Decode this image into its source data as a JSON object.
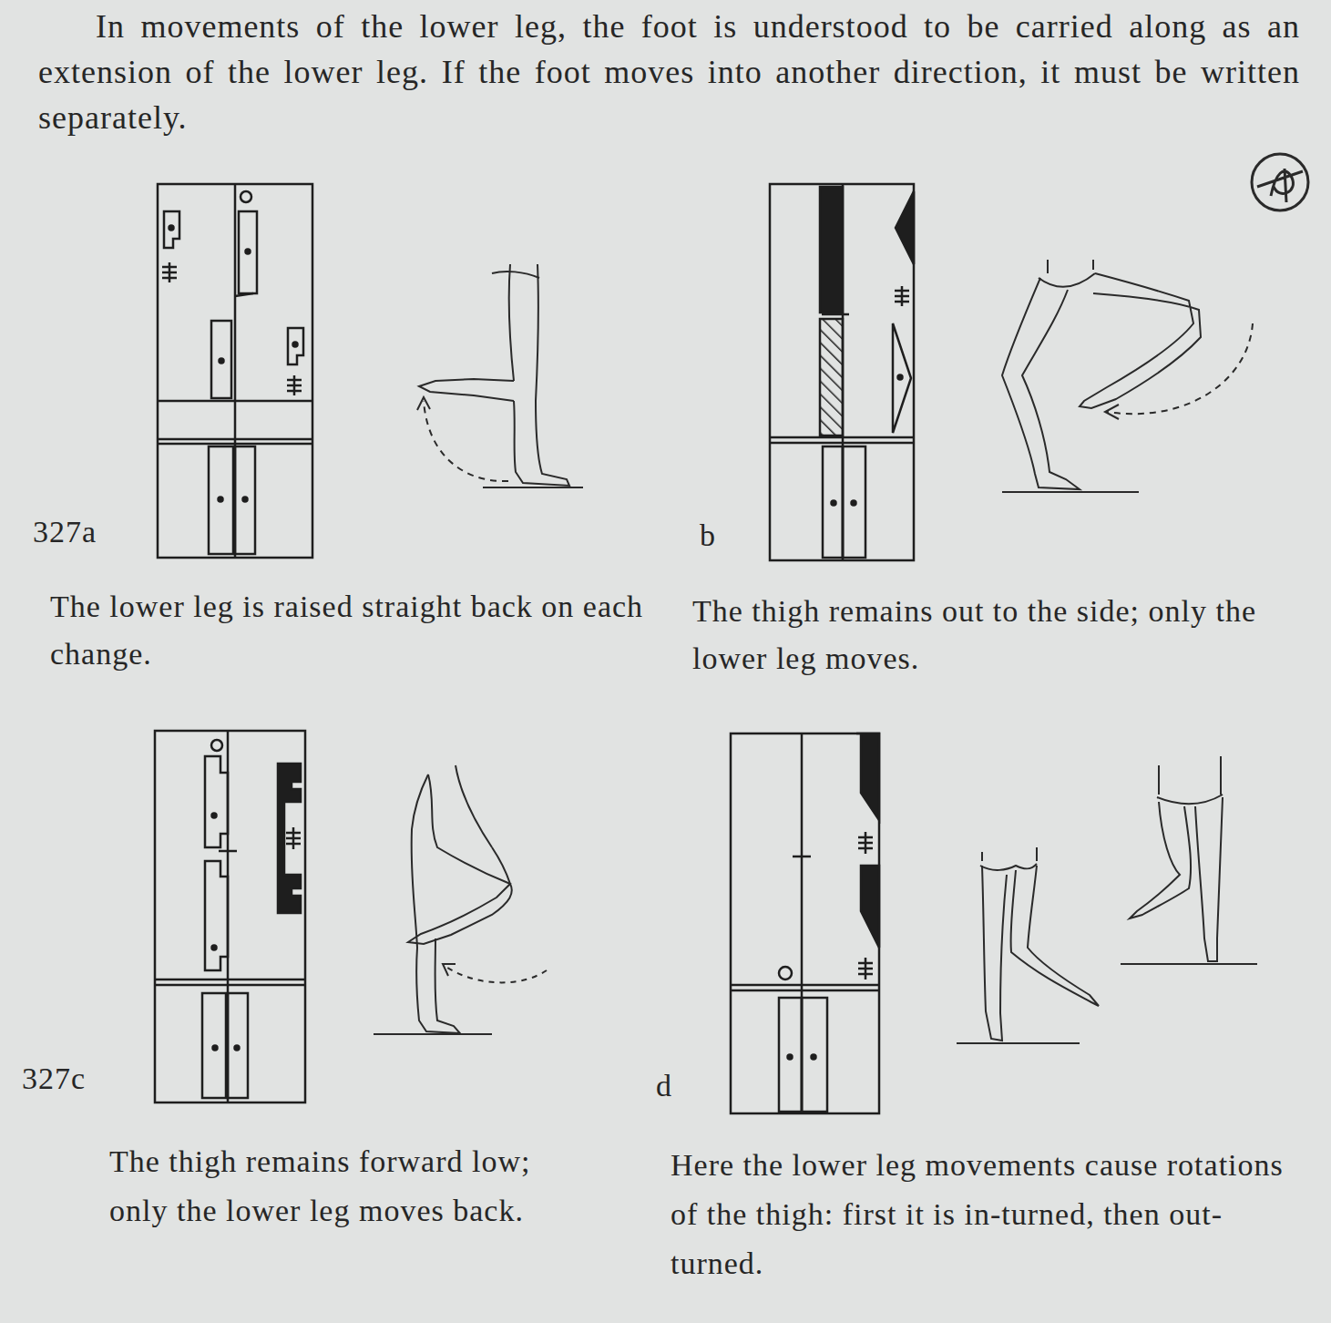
{
  "diagram": {
    "labels": [
      "In movements of the lower leg, the foot is understood to be carried along as an extension of the lower leg. If the foot moves into another direction, it must be written separately.",
      "327a",
      "b",
      "The lower leg is raised straight back on each change.",
      "The thigh remains out to the side; only the lower leg moves.",
      "327c",
      "d",
      "The thigh remains forward low; only the lower leg moves back.",
      "Here the lower leg movements cause rotations of the thigh: first it is in-turned, then out-turned."
    ]
  }
}
